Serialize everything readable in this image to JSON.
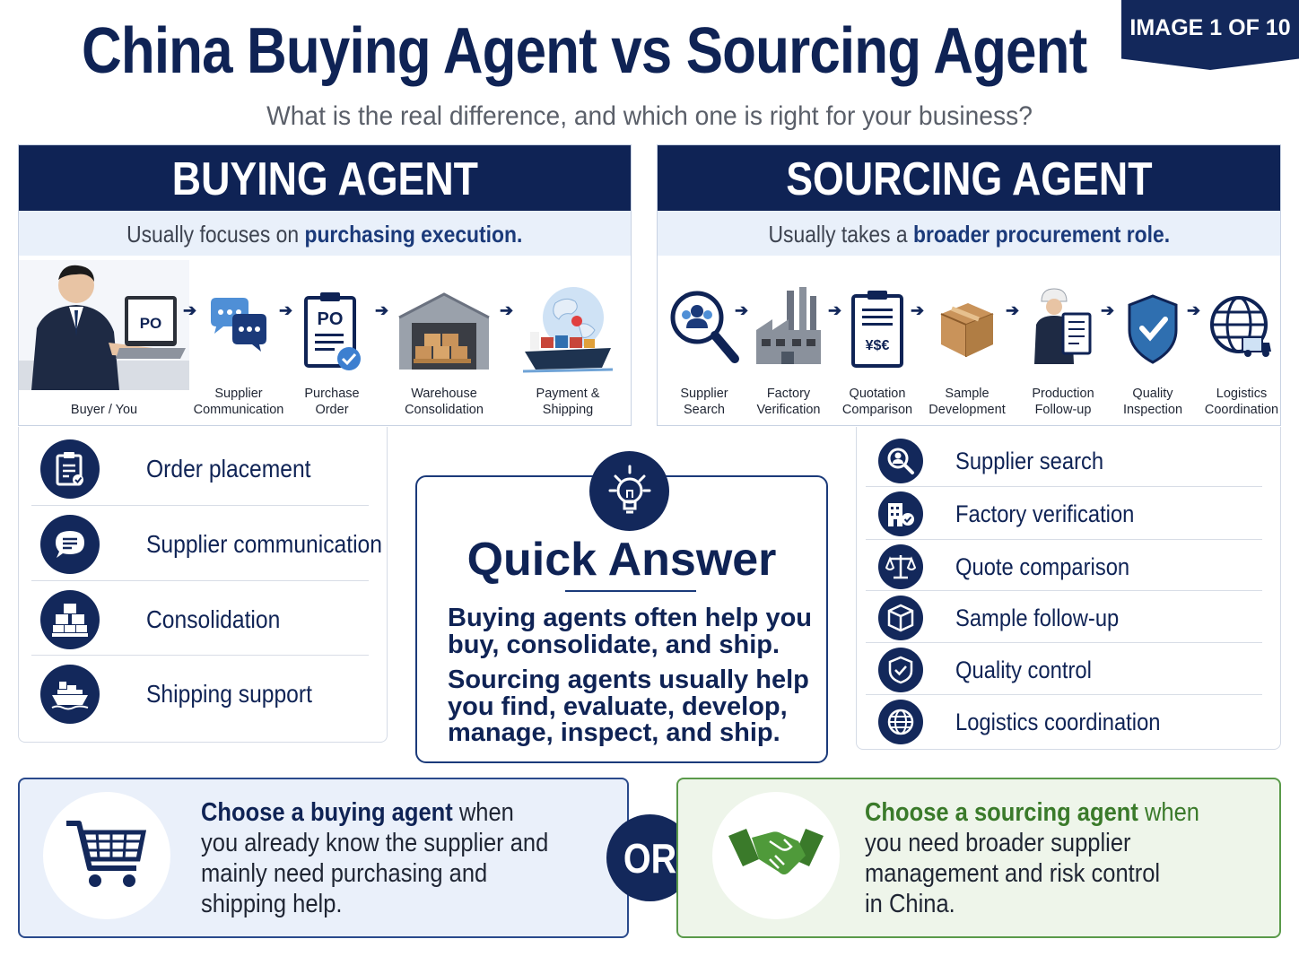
{
  "badge": "IMAGE 1 OF 10",
  "title": "China Buying Agent vs Sourcing Agent",
  "subtitle": "What is the real difference, and which one is right for your business?",
  "buying": {
    "heading": "BUYING AGENT",
    "sub_prefix": "Usually focuses on ",
    "sub_emph": "purchasing execution.",
    "steps": [
      {
        "label": "Buyer / You",
        "icon": "buyer-laptop-icon",
        "po": "PO"
      },
      {
        "label": "Supplier\nCommunication",
        "icon": "chat-bubbles-icon"
      },
      {
        "label": "Purchase\nOrder",
        "icon": "purchase-order-icon",
        "po": "PO"
      },
      {
        "label": "Warehouse\nConsolidation",
        "icon": "warehouse-icon"
      },
      {
        "label": "Payment &\nShipping",
        "icon": "cargo-ship-globe-icon"
      }
    ],
    "list": [
      {
        "label": "Order placement",
        "icon": "clipboard-check-icon"
      },
      {
        "label": "Supplier communication",
        "icon": "chat-icon"
      },
      {
        "label": "Consolidation",
        "icon": "pallet-boxes-icon"
      },
      {
        "label": "Shipping support",
        "icon": "ship-icon"
      }
    ]
  },
  "sourcing": {
    "heading": "SOURCING AGENT",
    "sub_prefix": "Usually takes a ",
    "sub_emph": "broader procurement role.",
    "steps": [
      {
        "label": "Supplier\nSearch",
        "icon": "magnifier-people-icon"
      },
      {
        "label": "Factory\nVerification",
        "icon": "factory-icon"
      },
      {
        "label": "Quotation\nComparison",
        "icon": "quotation-doc-icon",
        "currency": "¥$€"
      },
      {
        "label": "Sample\nDevelopment",
        "icon": "box-icon"
      },
      {
        "label": "Production\nFollow-up",
        "icon": "worker-clipboard-icon"
      },
      {
        "label": "Quality\nInspection",
        "icon": "shield-check-icon"
      },
      {
        "label": "Logistics\nCoordination",
        "icon": "globe-truck-icon"
      }
    ],
    "list": [
      {
        "label": "Supplier search",
        "icon": "search-person-icon"
      },
      {
        "label": "Factory verification",
        "icon": "factory-check-icon"
      },
      {
        "label": "Quote comparison",
        "icon": "scales-icon"
      },
      {
        "label": "Sample follow-up",
        "icon": "cube-icon"
      },
      {
        "label": "Quality control",
        "icon": "shield-icon"
      },
      {
        "label": "Logistics coordination",
        "icon": "globe-icon"
      }
    ]
  },
  "quick_answer": {
    "title": "Quick Answer",
    "p1": "Buying agents often help you buy, consolidate, and ship.",
    "p2": "Sourcing agents usually help you find, evaluate, develop, manage, inspect, and ship."
  },
  "choose_buy": {
    "bold": "Choose a buying agent",
    "rest1": " when",
    "line2": "you already know the supplier and",
    "line3": "mainly need purchasing and",
    "line4": "shipping help."
  },
  "choose_src": {
    "bold": "Choose a sourcing agent",
    "rest1": " when",
    "line2": "you need broader supplier",
    "line3": "management and risk control",
    "line4": "in China."
  },
  "or_label": "OR",
  "colors": {
    "navy": "#0f2355",
    "light_blue": "#e9f0fa",
    "green": "#3a7a2a"
  }
}
